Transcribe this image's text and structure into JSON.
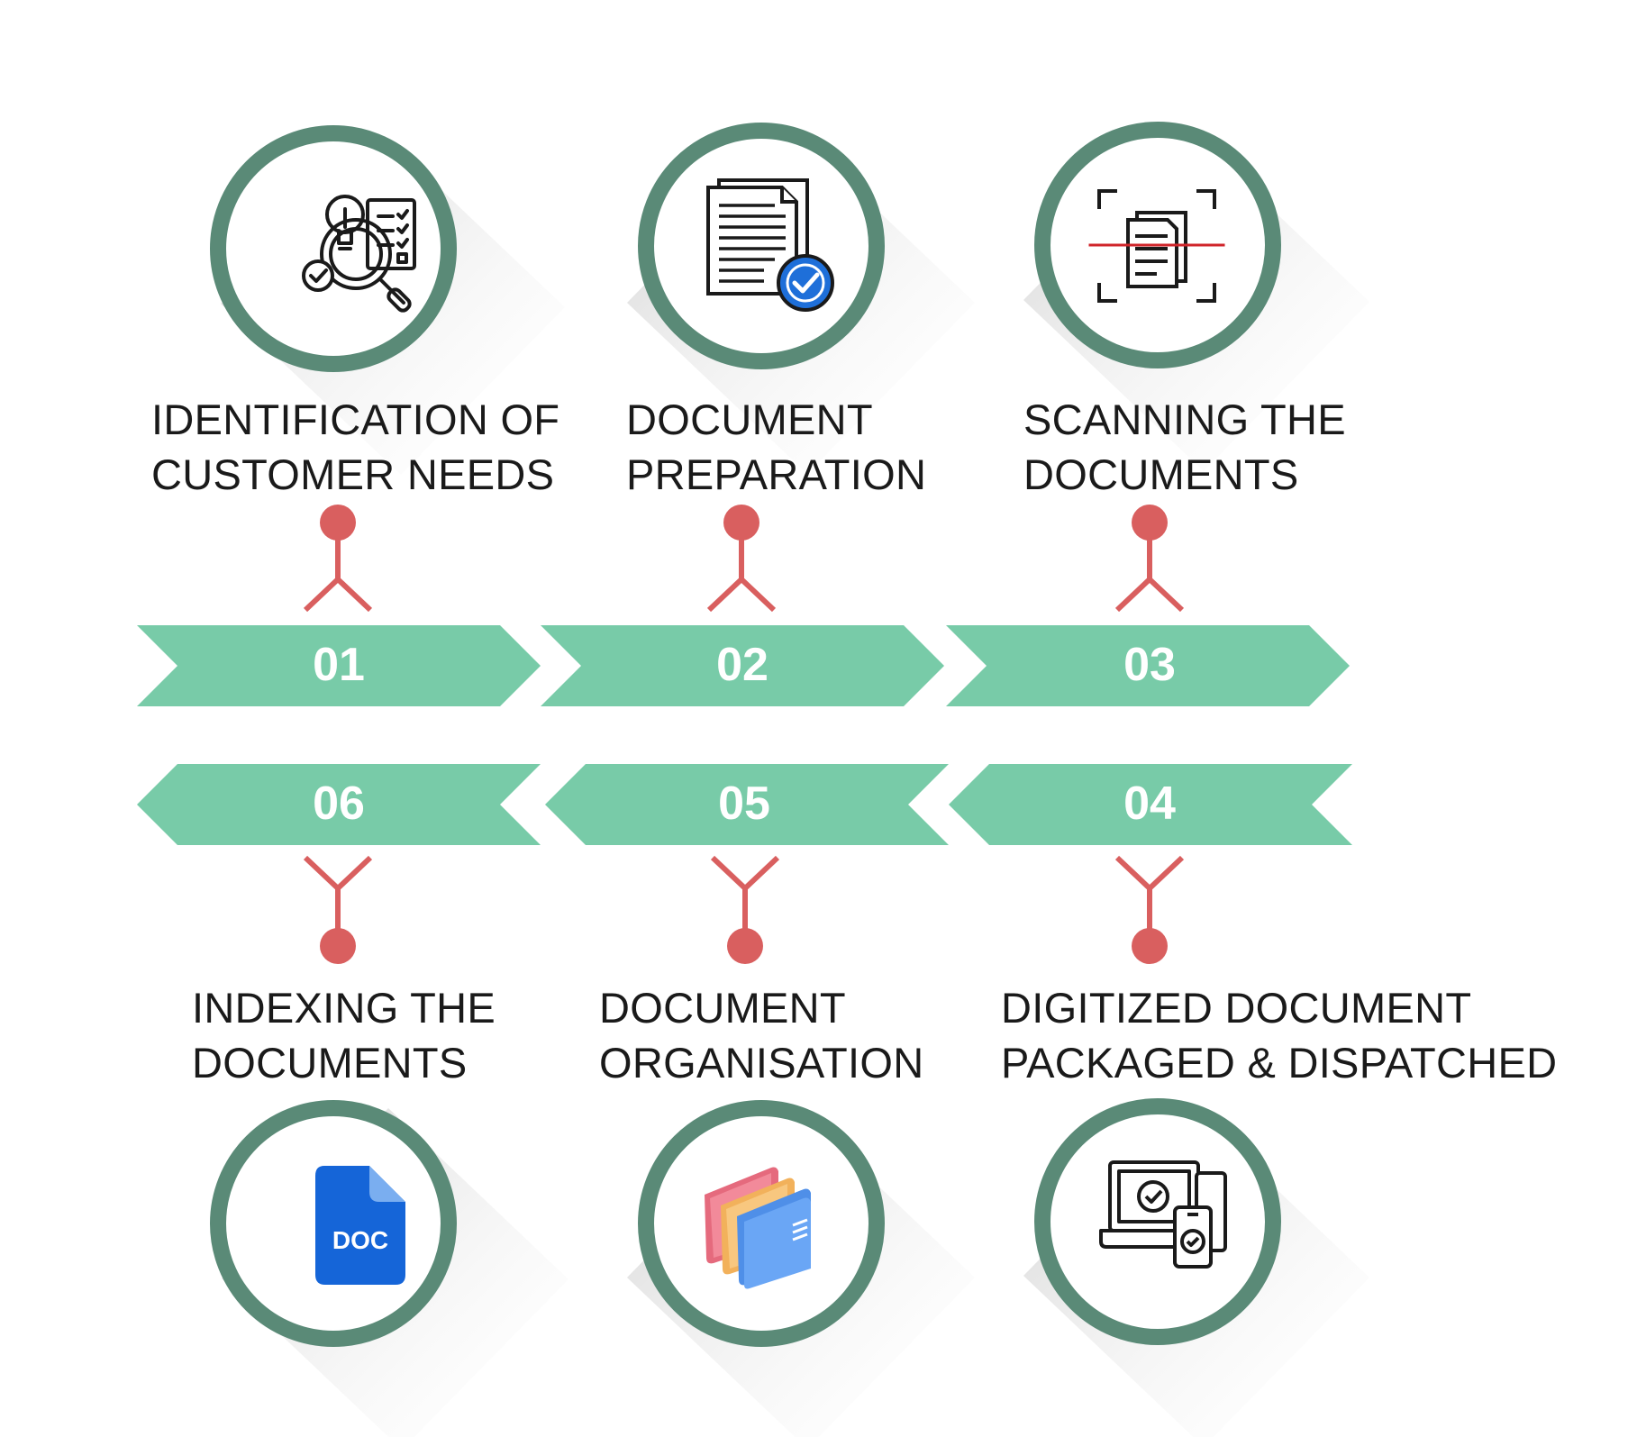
{
  "colors": {
    "ring": "#5a8a77",
    "arrow": "#78cba8",
    "connector": "#d95f5f",
    "text": "#1a1a1a",
    "number": "#ffffff"
  },
  "steps": [
    {
      "number": "01",
      "title_line1": "IDENTIFICATION OF",
      "title_line2": "CUSTOMER NEEDS",
      "icon": "idea-checklist-magnifier-icon"
    },
    {
      "number": "02",
      "title_line1": "DOCUMENT",
      "title_line2": "PREPARATION",
      "icon": "documents-check-icon"
    },
    {
      "number": "03",
      "title_line1": "SCANNING THE",
      "title_line2": "DOCUMENTS",
      "icon": "document-scan-icon"
    },
    {
      "number": "04",
      "title_line1": "DIGITIZED DOCUMENT",
      "title_line2": "PACKAGED & DISPATCHED",
      "icon": "devices-check-icon"
    },
    {
      "number": "05",
      "title_line1": "DOCUMENT",
      "title_line2": "ORGANISATION",
      "icon": "folders-icon"
    },
    {
      "number": "06",
      "title_line1": "INDEXING THE",
      "title_line2": "DOCUMENTS",
      "icon": "doc-file-icon"
    }
  ],
  "doc_icon_label": "DOC"
}
